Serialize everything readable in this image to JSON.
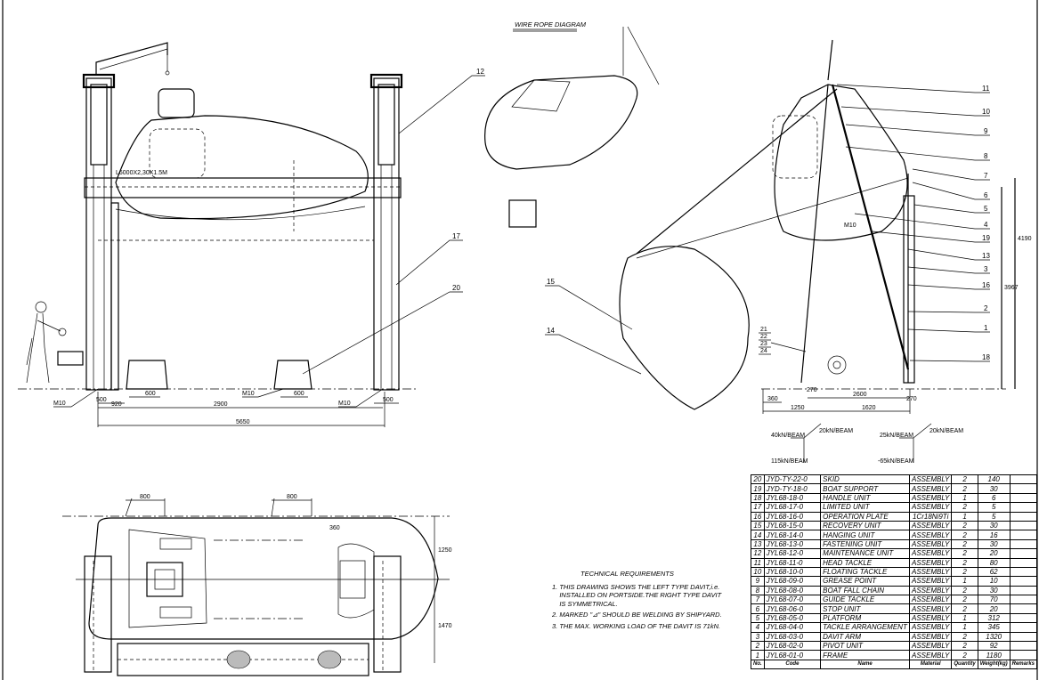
{
  "diagram_title": "WIRE ROPE DIAGRAM",
  "technical_requirements": {
    "title": "TECHNICAL REQUIREMENTS",
    "items": [
      "1. THIS DRAWING SHOWS THE LEFT TYPE DAVIT,i.e.\n    INSTALLED ON PORTSIDE.THE RIGHT TYPE DAVIT\n    IS SYMMETRICAL.",
      "2. MARKED \"⊿\" SHOULD BE WELDING BY SHIPYARD.",
      "3. THE MAX. WORKING LOAD OF THE DAVIT IS 71kN."
    ]
  },
  "parts_table": {
    "headers": [
      "No.",
      "Code",
      "Name",
      "Material",
      "Quantity",
      "Weight(kg)",
      "Remarks"
    ],
    "rows": [
      {
        "no": "20",
        "code": "JYD-TY-22-0",
        "name": "SKID",
        "material": "ASSEMBLY",
        "qty": "2",
        "weight": "140"
      },
      {
        "no": "19",
        "code": "JYD-TY-18-0",
        "name": "BOAT SUPPORT",
        "material": "ASSEMBLY",
        "qty": "2",
        "weight": "30"
      },
      {
        "no": "18",
        "code": "JYL68-18-0",
        "name": "HANDLE UNIT",
        "material": "ASSEMBLY",
        "qty": "1",
        "weight": "6"
      },
      {
        "no": "17",
        "code": "JYL68-17-0",
        "name": "LIMITED UNIT",
        "material": "ASSEMBLY",
        "qty": "2",
        "weight": "5"
      },
      {
        "no": "16",
        "code": "JYL68-16-0",
        "name": "OPERATION PLATE",
        "material": "1Cr18Ni9Ti",
        "qty": "1",
        "weight": "5"
      },
      {
        "no": "15",
        "code": "JYL68-15-0",
        "name": "RECOVERY UNIT",
        "material": "ASSEMBLY",
        "qty": "2",
        "weight": "30"
      },
      {
        "no": "14",
        "code": "JYL68-14-0",
        "name": "HANGING UNIT",
        "material": "ASSEMBLY",
        "qty": "2",
        "weight": "16"
      },
      {
        "no": "13",
        "code": "JYL68-13-0",
        "name": "FASTENING UNIT",
        "material": "ASSEMBLY",
        "qty": "2",
        "weight": "30"
      },
      {
        "no": "12",
        "code": "JYL68-12-0",
        "name": "MAINTENANCE UNIT",
        "material": "ASSEMBLY",
        "qty": "2",
        "weight": "20"
      },
      {
        "no": "11",
        "code": "JYL68-11-0",
        "name": "HEAD TACKLE",
        "material": "ASSEMBLY",
        "qty": "2",
        "weight": "80"
      },
      {
        "no": "10",
        "code": "JYL68-10-0",
        "name": "FLOATING TACKLE",
        "material": "ASSEMBLY",
        "qty": "2",
        "weight": "62"
      },
      {
        "no": "9",
        "code": "JYL68-09-0",
        "name": "GREASE POINT",
        "material": "ASSEMBLY",
        "qty": "1",
        "weight": "10"
      },
      {
        "no": "8",
        "code": "JYL68-08-0",
        "name": "BOAT FALL CHAIN",
        "material": "ASSEMBLY",
        "qty": "2",
        "weight": "30"
      },
      {
        "no": "7",
        "code": "JYL68-07-0",
        "name": "GUIDE TACKLE",
        "material": "ASSEMBLY",
        "qty": "2",
        "weight": "70"
      },
      {
        "no": "6",
        "code": "JYL68-06-0",
        "name": "STOP UNIT",
        "material": "ASSEMBLY",
        "qty": "2",
        "weight": "20"
      },
      {
        "no": "5",
        "code": "JYL68-05-0",
        "name": "PLATFORM",
        "material": "ASSEMBLY",
        "qty": "1",
        "weight": "312"
      },
      {
        "no": "4",
        "code": "JYL68-04-0",
        "name": "TACKLE ARRANGEMENT",
        "material": "ASSEMBLY",
        "qty": "1",
        "weight": "345"
      },
      {
        "no": "3",
        "code": "JYL68-03-0",
        "name": "DAVIT ARM",
        "material": "ASSEMBLY",
        "qty": "2",
        "weight": "1320"
      },
      {
        "no": "2",
        "code": "JYL68-02-0",
        "name": "PIVOT UNIT",
        "material": "ASSEMBLY",
        "qty": "2",
        "weight": "92"
      },
      {
        "no": "1",
        "code": "JYL68-01-0",
        "name": "FRAME",
        "material": "ASSEMBLY",
        "qty": "2",
        "weight": "1180"
      }
    ]
  },
  "front_view": {
    "wire_label": "L6000X2,30X1.5M",
    "weld_marks": [
      "M10",
      "M10",
      "M10"
    ],
    "dims": [
      "500",
      "920",
      "600",
      "2900",
      "600",
      "500",
      "5650"
    ],
    "balloons": [
      "12",
      "17",
      "20"
    ]
  },
  "plan_view": {
    "dims": [
      "800",
      "800",
      "360",
      "1250",
      "1470"
    ]
  },
  "side_view": {
    "dims": [
      "360",
      "1250",
      "270",
      "2600",
      "1620",
      "270",
      "3967",
      "4190"
    ],
    "weld_mark": "M10",
    "balloons_right": [
      "11",
      "10",
      "9",
      "8",
      "7",
      "6",
      "5",
      "4",
      "19",
      "13",
      "3",
      "16",
      "2",
      "1",
      "18"
    ],
    "balloons_left": [
      "15",
      "14",
      "21",
      "22",
      "23",
      "24"
    ]
  },
  "loads": {
    "left": [
      "40kN/BEAM",
      "20kN/BEAM",
      "115kN/BEAM"
    ],
    "right": [
      "25kN/BEAM",
      "20kN/BEAM",
      "-65kN/BEAM"
    ]
  }
}
